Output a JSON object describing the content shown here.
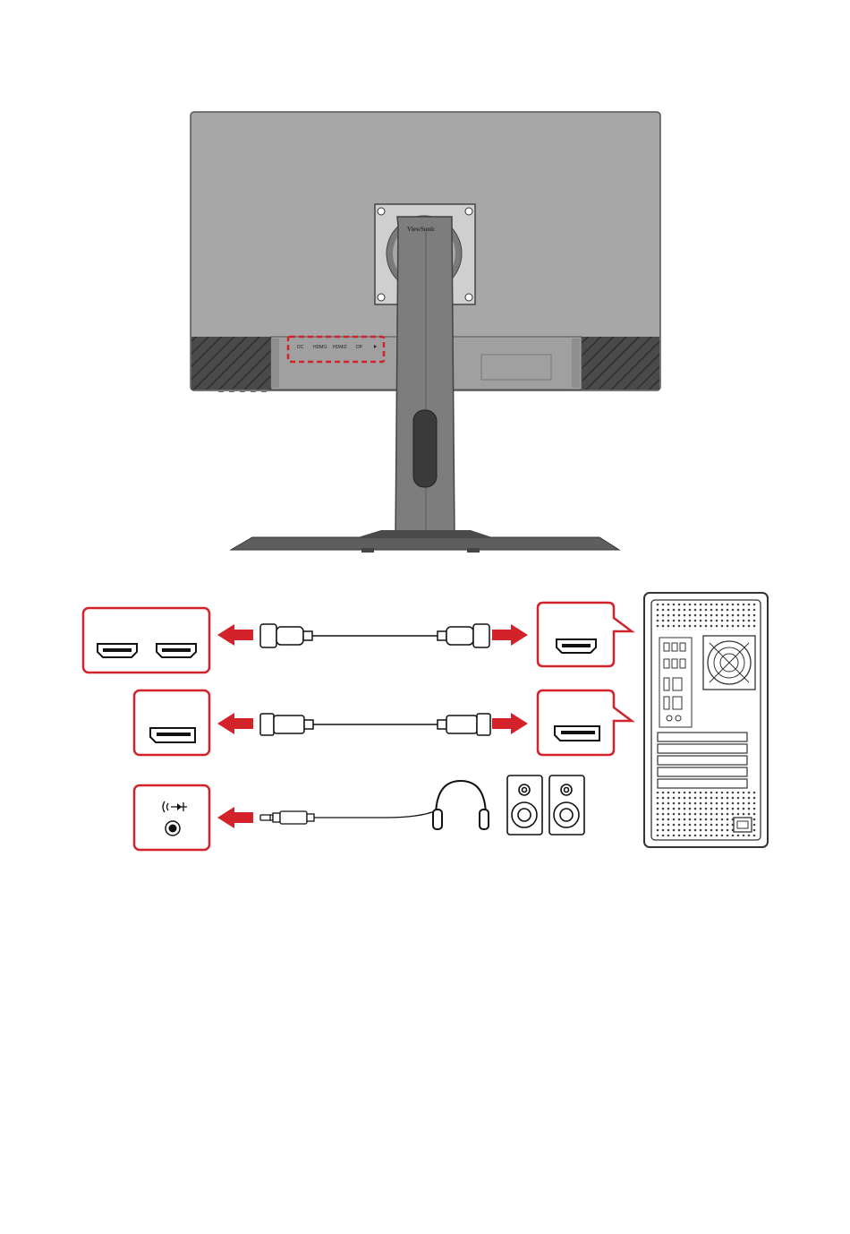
{
  "monitor": {
    "brand_logo": "ViewSonic",
    "ports": [
      "DC",
      "HDMI1",
      "HDMI2",
      "DP",
      "headphone-out"
    ]
  },
  "colors": {
    "accent_red": "#d3222a",
    "monitor_gray": "#a7a7a7",
    "dark_gray": "#3a3a3a",
    "outline": "#333333"
  },
  "connections": [
    {
      "name": "hdmi",
      "monitor_port_icon": "hdmi-port-icon",
      "cable_icon": "hdmi-cable-icon",
      "pc_port_icon": "hdmi-port-icon"
    },
    {
      "name": "displayport",
      "monitor_port_icon": "displayport-port-icon",
      "cable_icon": "displayport-cable-icon",
      "pc_port_icon": "displayport-port-icon"
    },
    {
      "name": "audio",
      "monitor_port_icon": "audio-out-port-icon",
      "cable_icon": "audio-cable-icon",
      "devices": [
        "headphones-icon",
        "speakers-icon"
      ]
    }
  ]
}
